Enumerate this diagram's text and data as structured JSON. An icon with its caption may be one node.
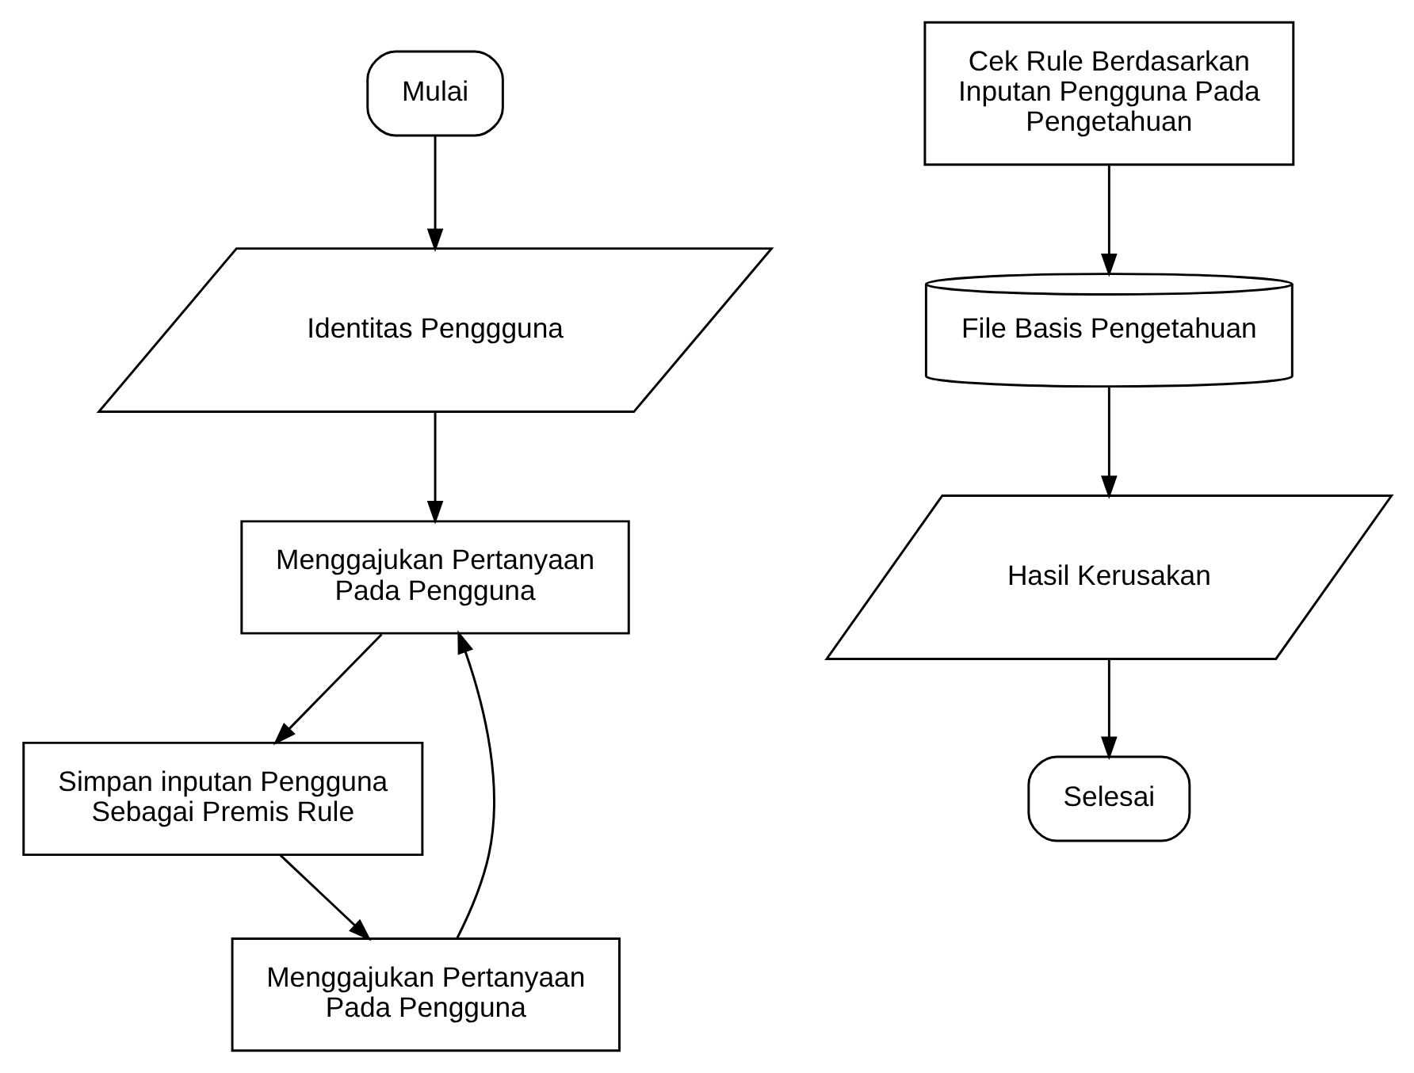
{
  "diagram": {
    "nodes": [
      {
        "text": [
          "Mulai"
        ]
      },
      {
        "text": [
          "Identitas Penggguna"
        ]
      },
      {
        "text": [
          "Menggajukan Pertanyaan Pada Pengguna"
        ]
      },
      {
        "text": [
          "Simpan inputan Pengguna Sebagai Premis Rule"
        ]
      },
      {
        "text": [
          "Cek Rule Berdasarkan Inputan Pengguna Pada Pengetahuan"
        ]
      },
      {
        "text": [
          "Selesai"
        ]
      },
      {
        "text": [
          "Menggajukan Pertanyaan Pada Pengguna"
        ]
      },
      {
        "text": [
          "File Basis Pengetahuan"
        ]
      },
      {
        "text": [
          "Hasil Kerusakan"
        ]
      }
    ],
    "edges": [
      {
        "from": 0,
        "to": 1,
        "arrow": "to"
      },
      {
        "from": 1,
        "to": 2,
        "arrow": "to"
      },
      {
        "from": 2,
        "to": 3,
        "arrow": "to"
      },
      {
        "from": 3,
        "to": 6,
        "arrow": "to"
      },
      {
        "from": 6,
        "to": 2,
        "arrow": "to"
      },
      {
        "from": 4,
        "to": 7,
        "arrow": "to"
      },
      {
        "from": 7,
        "to": 8,
        "arrow": "to"
      },
      {
        "from": 8,
        "to": 5,
        "arrow": "to"
      }
    ]
  }
}
